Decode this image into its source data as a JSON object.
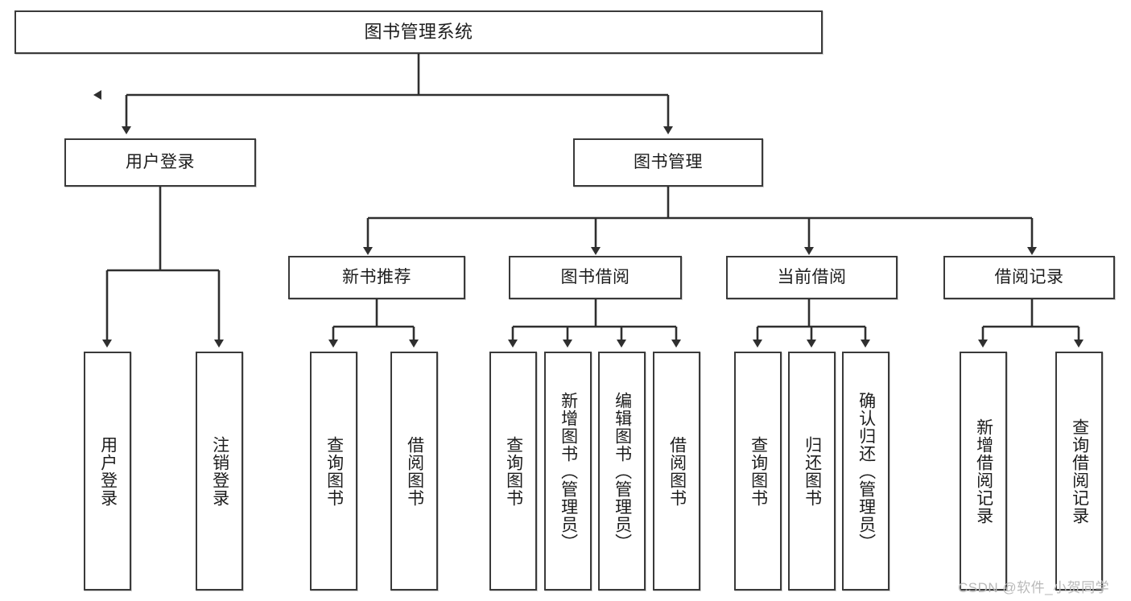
{
  "diagram": {
    "type": "tree-hierarchy",
    "title": "图书管理系统",
    "orientation": "top-down",
    "levels": 4,
    "colors": {
      "box_border": "#3a3a3a",
      "box_fill": "#ffffff",
      "connector": "#2f2f2f",
      "text": "#1d1d1d",
      "watermark": "#b9b9b9"
    },
    "nodes": {
      "root": {
        "label": "图书管理系统"
      },
      "level2": [
        {
          "label": "用户登录"
        },
        {
          "label": "图书管理"
        }
      ],
      "level3": [
        {
          "label": "新书推荐"
        },
        {
          "label": "图书借阅"
        },
        {
          "label": "当前借阅"
        },
        {
          "label": "借阅记录"
        }
      ],
      "leaves": {
        "user_login": [
          {
            "label": "用户登录"
          },
          {
            "label": "注销登录"
          }
        ],
        "new_book_recommend": [
          {
            "label": "查询图书"
          },
          {
            "label": "借阅图书"
          }
        ],
        "book_borrow": [
          {
            "label": "查询图书"
          },
          {
            "label": "新增图书（管理员）"
          },
          {
            "label": "编辑图书（管理员）"
          },
          {
            "label": "借阅图书"
          }
        ],
        "current_borrow": [
          {
            "label": "查询图书"
          },
          {
            "label": "归还图书"
          },
          {
            "label": "确认归还（管理员）"
          }
        ],
        "borrow_record": [
          {
            "label": "新增借阅记录"
          },
          {
            "label": "查询借阅记录"
          }
        ]
      }
    },
    "edges": [
      {
        "from": "图书管理系统",
        "to": "用户登录"
      },
      {
        "from": "图书管理系统",
        "to": "图书管理"
      },
      {
        "from": "用户登录",
        "to": "用户登录"
      },
      {
        "from": "用户登录",
        "to": "注销登录"
      },
      {
        "from": "图书管理",
        "to": "新书推荐"
      },
      {
        "from": "图书管理",
        "to": "图书借阅"
      },
      {
        "from": "图书管理",
        "to": "当前借阅"
      },
      {
        "from": "图书管理",
        "to": "借阅记录"
      },
      {
        "from": "新书推荐",
        "to": "查询图书"
      },
      {
        "from": "新书推荐",
        "to": "借阅图书"
      },
      {
        "from": "图书借阅",
        "to": "查询图书"
      },
      {
        "from": "图书借阅",
        "to": "新增图书（管理员）"
      },
      {
        "from": "图书借阅",
        "to": "编辑图书（管理员）"
      },
      {
        "from": "图书借阅",
        "to": "借阅图书"
      },
      {
        "from": "当前借阅",
        "to": "查询图书"
      },
      {
        "from": "当前借阅",
        "to": "归还图书"
      },
      {
        "from": "当前借阅",
        "to": "确认归还（管理员）"
      },
      {
        "from": "借阅记录",
        "to": "新增借阅记录"
      },
      {
        "from": "借阅记录",
        "to": "查询借阅记录"
      }
    ]
  },
  "watermark": {
    "text": "CSDN @软件_小贺同学"
  }
}
